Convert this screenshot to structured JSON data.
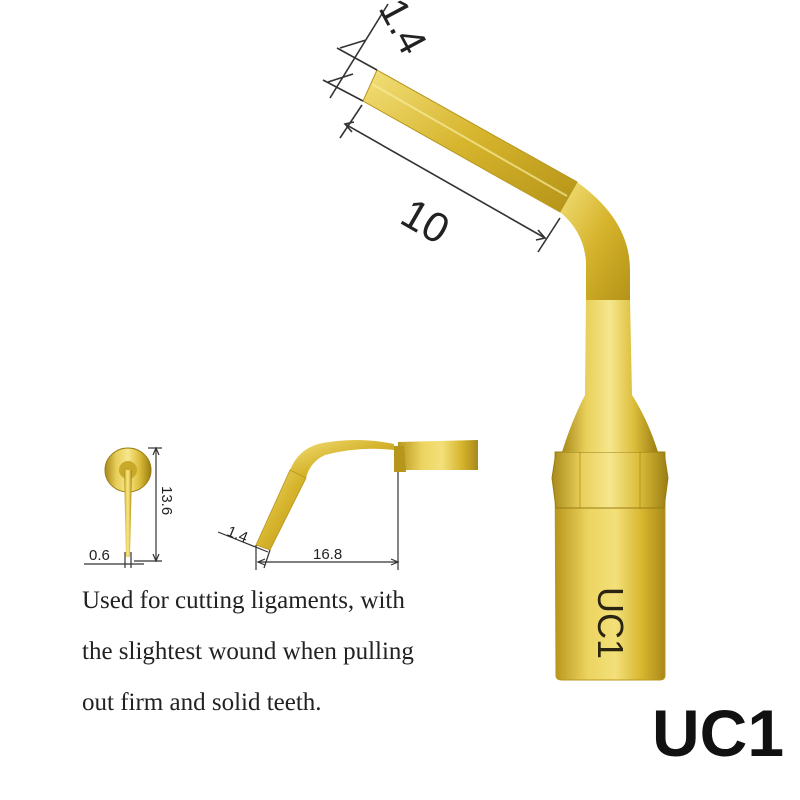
{
  "model_title": "UC1",
  "tip_engraving": "UC1",
  "dimensions": {
    "main_width": "1.4",
    "main_length": "10",
    "front_height": "13.6",
    "front_width": "0.6",
    "side_width": "1.4",
    "side_length": "16.8"
  },
  "description_lines": [
    "Used for cutting ligaments, with",
    "the slightest wound when pulling",
    "out firm and solid teeth."
  ],
  "colors": {
    "gold_light": "#f3e07a",
    "gold_mid": "#d6b42c",
    "gold_dark": "#9a7d12",
    "dimension_line": "#333333",
    "text": "#222222"
  }
}
